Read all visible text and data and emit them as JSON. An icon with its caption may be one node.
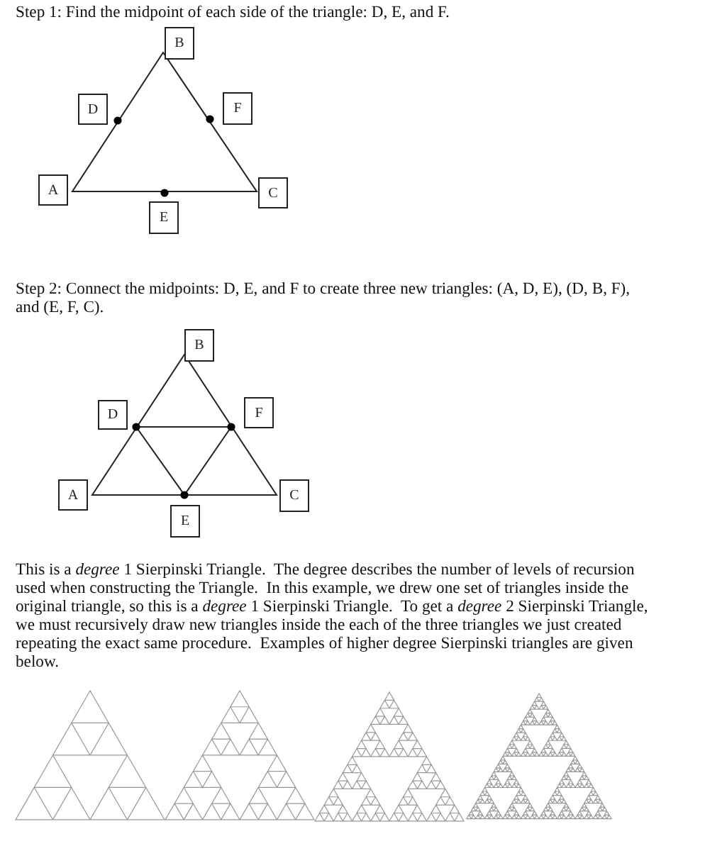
{
  "diagram": {
    "nodes": [
      {
        "text": [
          "B"
        ]
      },
      {
        "text": [
          "D"
        ]
      },
      {
        "text": [
          "F"
        ]
      },
      {
        "text": [
          "A"
        ]
      },
      {
        "text": [
          "C"
        ]
      },
      {
        "text": [
          "E"
        ]
      },
      {
        "text": [
          "B"
        ]
      },
      {
        "text": [
          "D"
        ]
      },
      {
        "text": [
          "F"
        ]
      },
      {
        "text": [
          "A"
        ]
      },
      {
        "text": [
          "C"
        ]
      },
      {
        "text": [
          "E"
        ]
      }
    ],
    "edges": [],
    "labels": [
      "Step 1: Find the midpoint of each side of the triangle: D, E, and F.",
      "Step 2: Connect the midpoints: D, E, and F to create three new triangles: (A, D, E), (D, B, F), and (E, F, C).",
      "This is a *degree* 1 Sierpinski Triangle.  The degree describes the number of levels of recursion used when constructing the Triangle.  In this example, we drew one set of triangles inside the original triangle, so this is a *degree* 1 Sierpinski Triangle.  To get a *degree* 2 Sierpinski Triangle, we must recursively draw new triangles inside the each of the three triangles we just created repeating the exact same procedure.  Examples of higher degree Sierpinski triangles are given below."
    ]
  }
}
